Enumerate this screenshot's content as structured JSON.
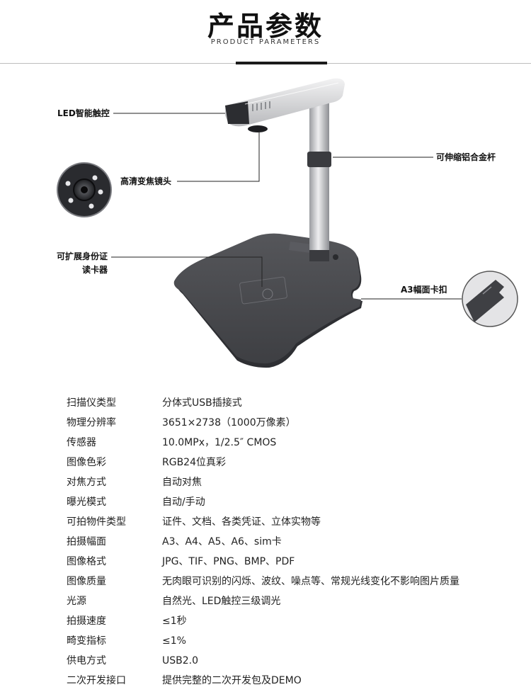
{
  "header": {
    "title": "产品参数",
    "subtitle": "PRODUCT PARAMETERS"
  },
  "callouts": {
    "led_touch": "LED智能触控",
    "hd_zoom_lens": "高清变焦镜头",
    "alloy_pole": "可伸缩铝合金杆",
    "id_reader_line1": "可扩展身份证",
    "id_reader_line2": "读卡器",
    "a3_clip": "A3幅面卡扣"
  },
  "specs": [
    {
      "label": "扫描仪类型",
      "value": "分体式USB插接式"
    },
    {
      "label": "物理分辨率",
      "value": "3651×2738（1000万像素）"
    },
    {
      "label": "传感器",
      "value": "10.0MPx，1/2.5″ CMOS"
    },
    {
      "label": "图像色彩",
      "value": "RGB24位真彩"
    },
    {
      "label": "对焦方式",
      "value": "自动对焦"
    },
    {
      "label": "曝光模式",
      "value": "自动/手动"
    },
    {
      "label": "可拍物件类型",
      "value": "证件、文档、各类凭证、立体实物等"
    },
    {
      "label": "拍摄幅面",
      "value": "A3、A4、A5、A6、sim卡"
    },
    {
      "label": "图像格式",
      "value": "JPG、TIF、PNG、BMP、PDF"
    },
    {
      "label": "图像质量",
      "value": "无肉眼可识别的闪烁、波纹、噪点等、常规光线变化不影响图片质量"
    },
    {
      "label": "光源",
      "value": "自然光、LED触控三级调光"
    },
    {
      "label": "拍摄速度",
      "value": "≤1秒"
    },
    {
      "label": "畸变指标",
      "value": "≤1%"
    },
    {
      "label": "供电方式",
      "value": "USB2.0"
    },
    {
      "label": "二次开发接口",
      "value": "提供完整的二次开发包及DEMO"
    }
  ],
  "colors": {
    "base": "#4a4b4f",
    "arm": "#d8d8da",
    "accent_rule": "#1b1b1b"
  }
}
